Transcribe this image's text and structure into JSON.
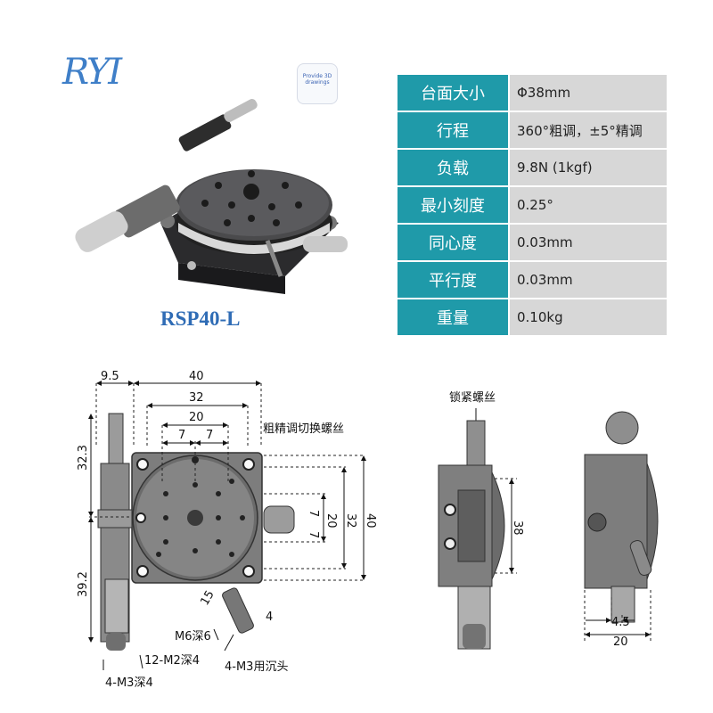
{
  "brand": {
    "logo_text": "RYI",
    "badge_text": "Provide 3D drawings"
  },
  "product": {
    "model": "RSP40-L"
  },
  "specs": [
    {
      "label": "台面大小",
      "value": "Φ38mm"
    },
    {
      "label": "行程",
      "value": "360°粗调，±5°精调"
    },
    {
      "label": "负载",
      "value": "9.8N (1kgf)"
    },
    {
      "label": "最小刻度",
      "value": "0.25°"
    },
    {
      "label": "同心度",
      "value": "0.03mm"
    },
    {
      "label": "平行度",
      "value": "0.03mm"
    },
    {
      "label": "重量",
      "value": "0.10kg"
    }
  ],
  "drawing": {
    "dims": {
      "d9_5": "9.5",
      "d40_top": "40",
      "d32_top": "32",
      "d20_top": "20",
      "d7a": "7",
      "d7b": "7",
      "d32_3": "32.3",
      "d39_2": "39.2",
      "d7_r1": "7",
      "d7_r2": "7",
      "d20_r": "20",
      "d32_r": "32",
      "d40_r": "40",
      "d15": "15",
      "d4": "4",
      "d38": "38",
      "d4_5": "4.5",
      "d20_b": "20"
    },
    "callouts": {
      "switch_screw": "粗精调切换螺丝",
      "lock_screw": "锁紧螺丝",
      "m6": "M6深6",
      "m2": "12-M2深4",
      "m3_counter": "4-M3用沉头",
      "m3": "4-M3深4"
    }
  },
  "colors": {
    "table_key_bg": "#1f9aa9",
    "table_val_bg": "#d7d7d7",
    "model_text": "#2f6cb5"
  }
}
